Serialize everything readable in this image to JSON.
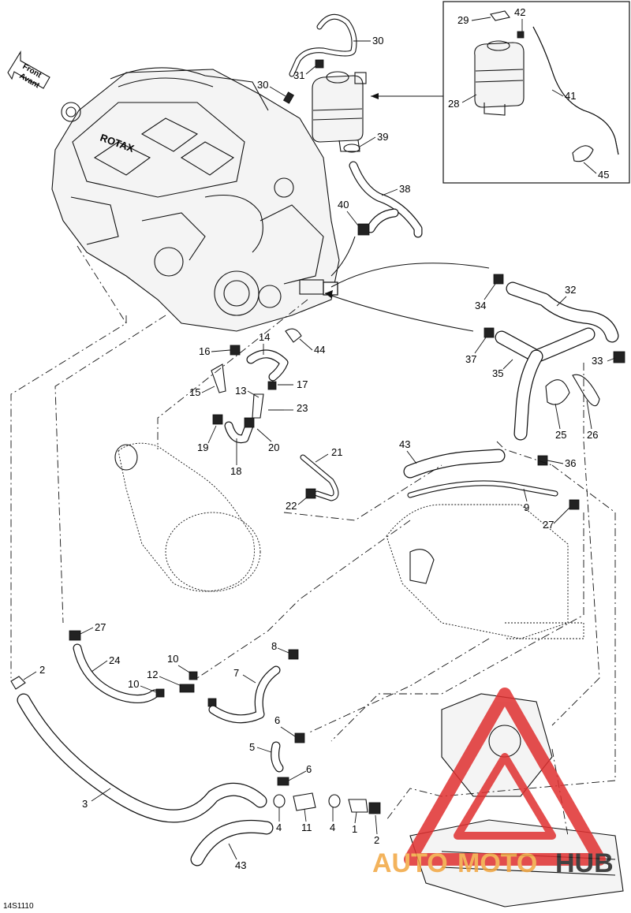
{
  "diagram": {
    "direction_label": [
      "Front",
      "Avant"
    ],
    "code": "14S1110",
    "watermark": {
      "part1": "AUTO",
      "part2": "MOTO",
      "part3": "HUB",
      "color_red": "#e03030",
      "color_orange": "#f2a640",
      "color_dark": "#222222"
    },
    "engine_brand": "ROTAX",
    "callouts": [
      "1",
      "2",
      "3",
      "4",
      "5",
      "6",
      "7",
      "8",
      "9",
      "10",
      "11",
      "12",
      "13",
      "14",
      "15",
      "16",
      "17",
      "18",
      "19",
      "20",
      "21",
      "22",
      "23",
      "24",
      "25",
      "26",
      "27",
      "28",
      "29",
      "30",
      "31",
      "32",
      "33",
      "34",
      "35",
      "36",
      "37",
      "38",
      "39",
      "40",
      "41",
      "42",
      "43",
      "44",
      "45"
    ]
  }
}
